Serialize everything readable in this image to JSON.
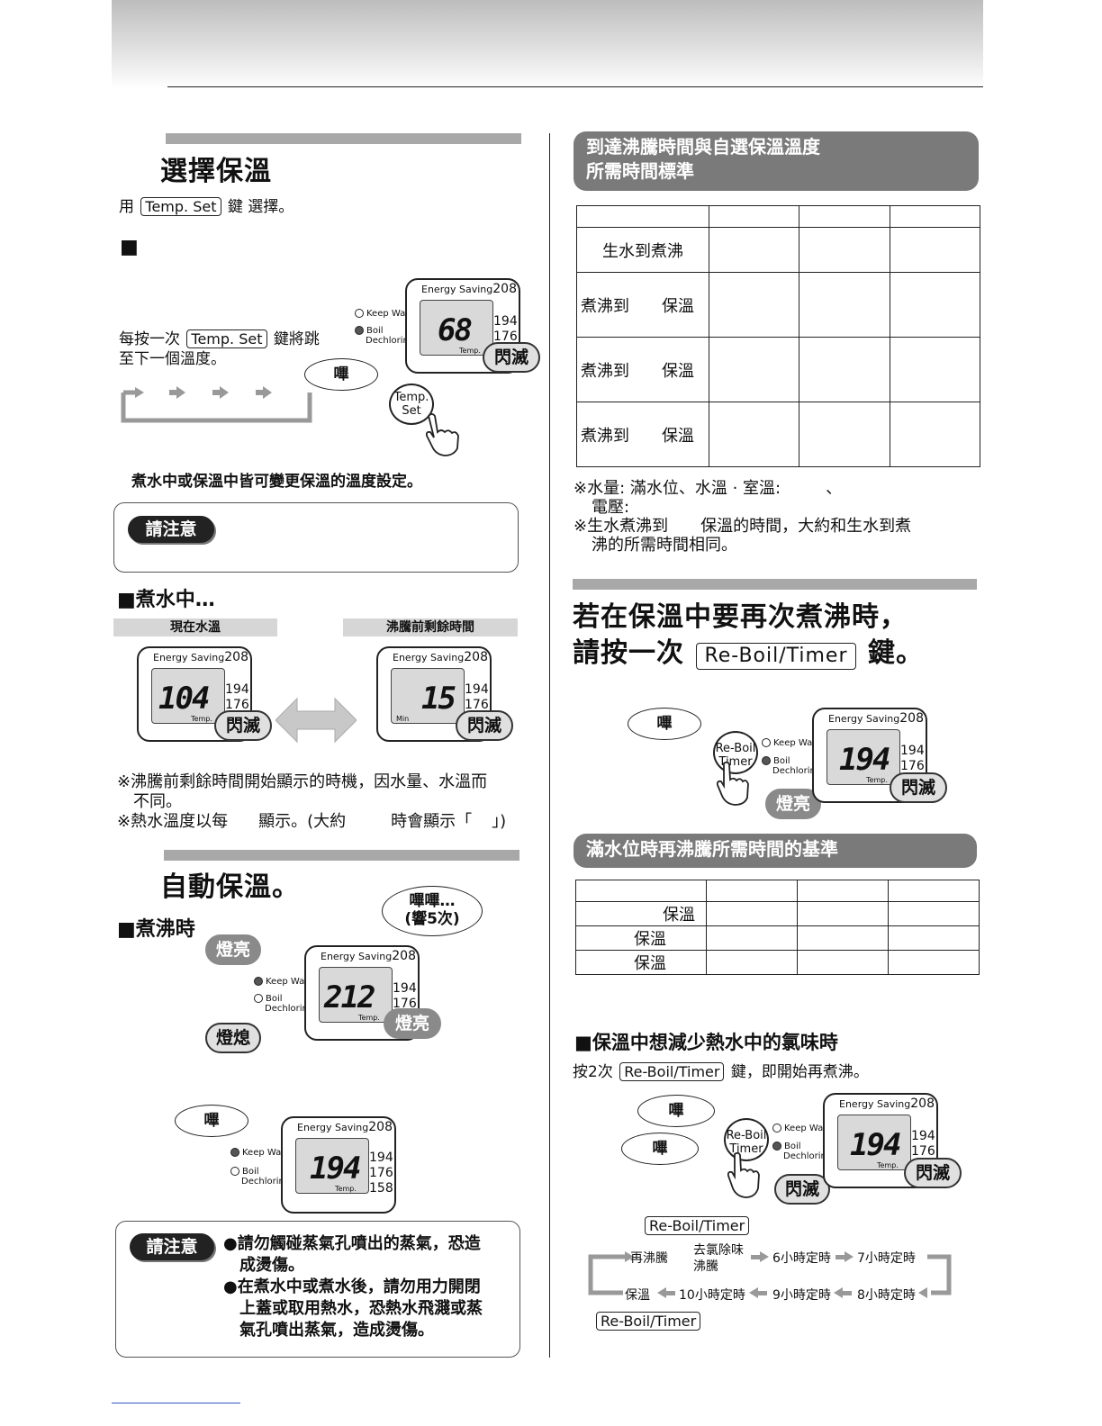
{
  "left": {
    "select": {
      "title": "選擇保溫",
      "instruction_pre": "用",
      "key": "Temp. Set",
      "instruction_post": "鍵 選擇。",
      "bullet": "■",
      "each_press_1": "每按一次",
      "each_press_2": "鍵將跳",
      "each_press_3": "至下一個溫度。",
      "beep": "嗶",
      "blink": "閃滅",
      "temp_set_line1": "Temp.",
      "temp_set_line2": "Set",
      "change_note": "煮水中或保溫中皆可變更保溫的溫度設定。",
      "caution": "請注意"
    },
    "boiling": {
      "heading": "■煮水中…",
      "label_left": "現在水溫",
      "label_right": "沸騰前剩餘時間",
      "digits_left": "104",
      "digits_right": "15",
      "min": "Min",
      "blink": "閃滅",
      "note1": "※沸騰前剩餘時間開始顯示的時機，因水量、水溫而",
      "note1b": "不同。",
      "note2a": "※熱水溫度以每",
      "note2b": "顯示。(大約",
      "note2c": "時會顯示「",
      "note2d": "」)"
    },
    "auto": {
      "title": "自動保溫。",
      "heading": "■煮沸時",
      "lit": "燈亮",
      "off": "燈熄",
      "beeps_1": "嗶嗶…",
      "beeps_2": "(響5次)",
      "digits": "212",
      "beep": "嗶",
      "digits2": "194",
      "caution": "請注意",
      "warn1_1": "●請勿觸碰蒸氣孔噴出的蒸氣，恐造",
      "warn1_2": "成燙傷。",
      "warn2_1": "●在煮水中或煮水後，請勿用力開閉",
      "warn2_2": "上蓋或取用熱水，恐熱水飛濺或蒸",
      "warn2_3": "氣孔噴出蒸氣，造成燙傷。"
    }
  },
  "lcd": {
    "energy": "Energy Saving",
    "s208": "208",
    "s194": "194",
    "s176": "176",
    "s158": "158",
    "temp": "Temp.",
    "digits_select": "68",
    "keep_warm": "Keep Warm",
    "boil": "Boil",
    "dechlorinate": "Dechlorinate"
  },
  "right": {
    "banner1_line1": "到達沸騰時間與自選保溫溫度",
    "banner1_line2": "所需時間標準",
    "table1": {
      "row1": "生水到煮沸",
      "row2a": "煮沸到",
      "row2b": "保溫",
      "row3a": "煮沸到",
      "row3b": "保溫",
      "row4a": "煮沸到",
      "row4b": "保溫"
    },
    "note1_1": "※水量: 滿水位、水溫 · 室溫:",
    "note1_2": "、",
    "note1_3": "電壓:",
    "note2_1": "※生水煮沸到",
    "note2_2": "保溫的時間，大約和生水到煮",
    "note2_3": "沸的所需時間相同。",
    "reboil_title1": "若在保溫中要再次煮沸時，",
    "reboil_title2a": "請按一次",
    "reboil_key": "Re-Boil/Timer",
    "reboil_title2b": "鍵。",
    "beep": "嗶",
    "btn_line1": "Re-Boil",
    "btn_line2": "Timer",
    "lit": "燈亮",
    "blink": "閃滅",
    "digits": "194",
    "banner2": "滿水位時再沸騰所需時間的基準",
    "table2": {
      "r1": "保溫",
      "r2": "保溫",
      "r3": "保溫"
    },
    "dechlor_heading": "■保溫中想減少熱水中的氯味時",
    "dechlor_pre": "按2次",
    "dechlor_post": "鍵，即開始再煮沸。",
    "cycle": {
      "reboil": "再沸騰",
      "dechlor_1": "去氯除味",
      "dechlor_2": "沸騰",
      "h6": "6小時定時",
      "h7": "7小時定時",
      "keep": "保溫",
      "h10": "10小時定時",
      "h9": "9小時定時",
      "h8": "8小時定時"
    }
  }
}
